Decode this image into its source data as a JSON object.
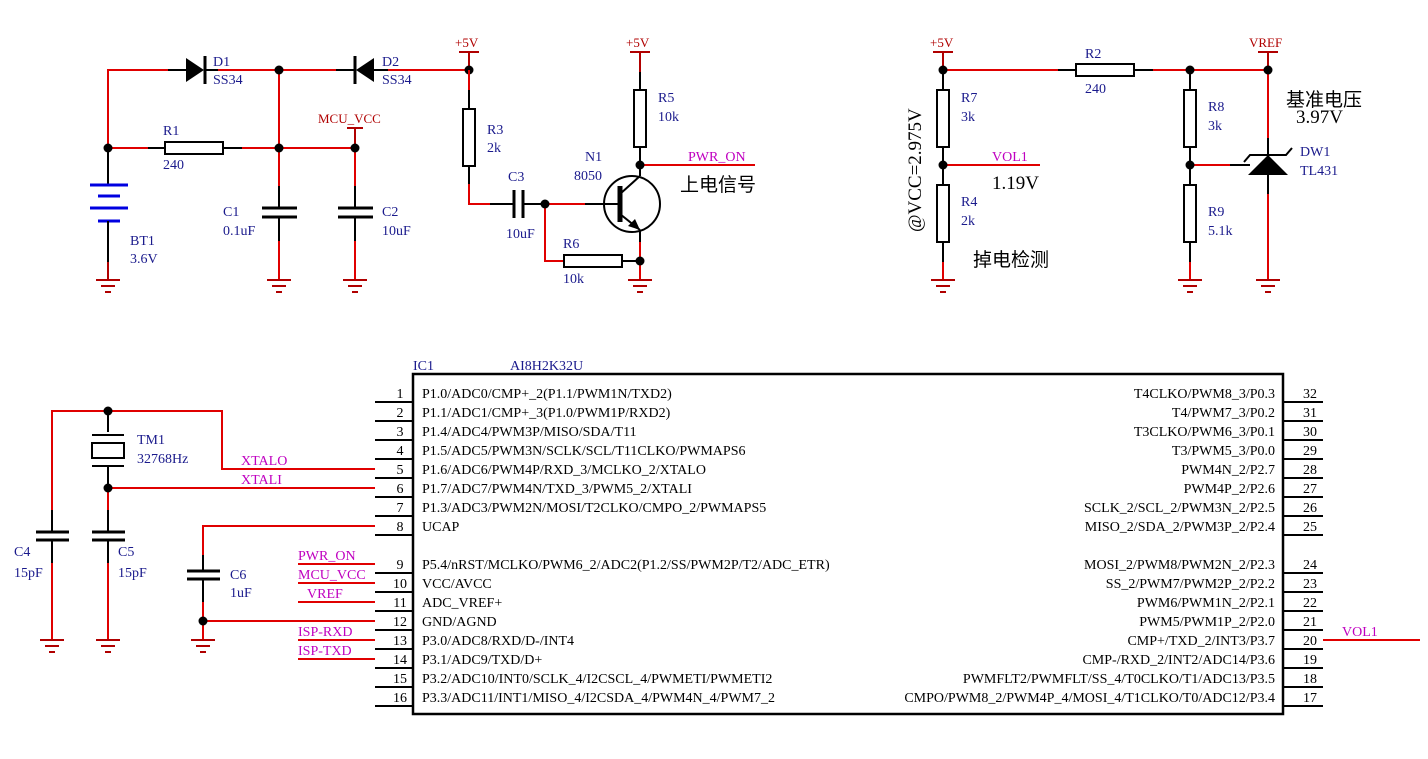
{
  "power_labels": {
    "p5v_d2": "+5V",
    "p5v_r5": "+5V",
    "p5v_r7": "+5V",
    "vref_top": "VREF",
    "mcu_vcc_top": "MCU_VCC"
  },
  "components": {
    "D1": {
      "ref": "D1",
      "value": "SS34"
    },
    "D2": {
      "ref": "D2",
      "value": "SS34"
    },
    "R1": {
      "ref": "R1",
      "value": "240"
    },
    "BT1": {
      "ref": "BT1",
      "value": "3.6V"
    },
    "C1": {
      "ref": "C1",
      "value": "0.1uF"
    },
    "C2": {
      "ref": "C2",
      "value": "10uF"
    },
    "R3": {
      "ref": "R3",
      "value": "2k"
    },
    "C3": {
      "ref": "C3",
      "value": "10uF"
    },
    "R5": {
      "ref": "R5",
      "value": "10k"
    },
    "N1": {
      "ref": "N1",
      "value": "8050"
    },
    "R6": {
      "ref": "R6",
      "value": "10k"
    },
    "R7": {
      "ref": "R7",
      "value": "3k"
    },
    "R4": {
      "ref": "R4",
      "value": "2k"
    },
    "R2": {
      "ref": "R2",
      "value": "240"
    },
    "R8": {
      "ref": "R8",
      "value": "3k"
    },
    "R9": {
      "ref": "R9",
      "value": "5.1k"
    },
    "DW1": {
      "ref": "DW1",
      "value": "TL431"
    },
    "TM1": {
      "ref": "TM1",
      "value": "32768Hz"
    },
    "C4": {
      "ref": "C4",
      "value": "15pF"
    },
    "C5": {
      "ref": "C5",
      "value": "15pF"
    },
    "C6": {
      "ref": "C6",
      "value": "1uF"
    }
  },
  "nets": {
    "pwr_on_top": "PWR_ON",
    "vol1_top": "VOL1",
    "xtalo": "XTALO",
    "xtali": "XTALI",
    "pwr_on_ic": "PWR_ON",
    "mcu_vcc_ic": "MCU_VCC",
    "vref_ic": "VREF",
    "isp_rxd": "ISP-RXD",
    "isp_txd": "ISP-TXD",
    "vol1_ic": "VOL1"
  },
  "notes": {
    "power_on_signal": "上电信号",
    "power_fail_detect": "掉电检测",
    "vol1_voltage": "1.19V",
    "vcc_threshold": "@VCC=2.975V",
    "reference_voltage_label": "基准电压",
    "reference_voltage_value": "3.97V"
  },
  "ic": {
    "ref": "IC1",
    "part": "AI8H2K32U",
    "left_pins": [
      {
        "num": "1",
        "name": "P1.0/ADC0/CMP+_2(P1.1/PWM1N/TXD2)"
      },
      {
        "num": "2",
        "name": "P1.1/ADC1/CMP+_3(P1.0/PWM1P/RXD2)"
      },
      {
        "num": "3",
        "name": "P1.4/ADC4/PWM3P/MISO/SDA/T11"
      },
      {
        "num": "4",
        "name": "P1.5/ADC5/PWM3N/SCLK/SCL/T11CLKO/PWMAPS6"
      },
      {
        "num": "5",
        "name": "P1.6/ADC6/PWM4P/RXD_3/MCLKO_2/XTALO"
      },
      {
        "num": "6",
        "name": "P1.7/ADC7/PWM4N/TXD_3/PWM5_2/XTALI"
      },
      {
        "num": "7",
        "name": "P1.3/ADC3/PWM2N/MOSI/T2CLKO/CMPO_2/PWMAPS5"
      },
      {
        "num": "8",
        "name": "UCAP"
      },
      {
        "num": "9",
        "name": "P5.4/nRST/MCLKO/PWM6_2/ADC2(P1.2/SS/PWM2P/T2/ADC_ETR)"
      },
      {
        "num": "10",
        "name": "VCC/AVCC"
      },
      {
        "num": "11",
        "name": "ADC_VREF+"
      },
      {
        "num": "12",
        "name": "GND/AGND"
      },
      {
        "num": "13",
        "name": "P3.0/ADC8/RXD/D-/INT4"
      },
      {
        "num": "14",
        "name": "P3.1/ADC9/TXD/D+"
      },
      {
        "num": "15",
        "name": "P3.2/ADC10/INT0/SCLK_4/I2CSCL_4/PWMETI/PWMETI2"
      },
      {
        "num": "16",
        "name": "P3.3/ADC11/INT1/MISO_4/I2CSDA_4/PWM4N_4/PWM7_2"
      }
    ],
    "right_pins": [
      {
        "num": "32",
        "name": "T4CLKO/PWM8_3/P0.3"
      },
      {
        "num": "31",
        "name": "T4/PWM7_3/P0.2"
      },
      {
        "num": "30",
        "name": "T3CLKO/PWM6_3/P0.1"
      },
      {
        "num": "29",
        "name": "T3/PWM5_3/P0.0"
      },
      {
        "num": "28",
        "name": "PWM4N_2/P2.7"
      },
      {
        "num": "27",
        "name": "PWM4P_2/P2.6"
      },
      {
        "num": "26",
        "name": "SCLK_2/SCL_2/PWM3N_2/P2.5"
      },
      {
        "num": "25",
        "name": "MISO_2/SDA_2/PWM3P_2/P2.4"
      },
      {
        "num": "24",
        "name": "MOSI_2/PWM8/PWM2N_2/P2.3"
      },
      {
        "num": "23",
        "name": "SS_2/PWM7/PWM2P_2/P2.2"
      },
      {
        "num": "22",
        "name": "PWM6/PWM1N_2/P2.1"
      },
      {
        "num": "21",
        "name": "PWM5/PWM1P_2/P2.0"
      },
      {
        "num": "20",
        "name": "CMP+/TXD_2/INT3/P3.7"
      },
      {
        "num": "19",
        "name": "CMP-/RXD_2/INT2/ADC14/P3.6"
      },
      {
        "num": "18",
        "name": "PWMFLT2/PWMFLT/SS_4/T0CLKO/T1/ADC13/P3.5"
      },
      {
        "num": "17",
        "name": "CMPO/PWM8_2/PWM4P_4/MOSI_4/T1CLKO/T0/ADC12/P3.4"
      }
    ]
  }
}
